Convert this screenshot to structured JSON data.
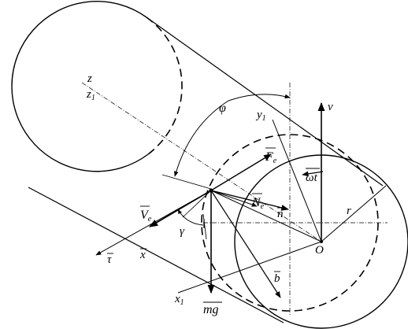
{
  "labels": {
    "z": "z",
    "z1": "z",
    "z1_sub": "1",
    "phi": "φ",
    "y1": "y",
    "y1_sub": "1",
    "v": "v",
    "F": "F",
    "F_sub": "e",
    "omega_t": "ωt",
    "N": "N",
    "N_sub": "e",
    "n": "n",
    "r": "r",
    "V": "V",
    "V_sub": "e",
    "gamma": "γ",
    "tau": "τ",
    "x": "x",
    "O": "O",
    "b": "b",
    "x1": "x",
    "x1_sub": "1",
    "mg": "mg"
  }
}
